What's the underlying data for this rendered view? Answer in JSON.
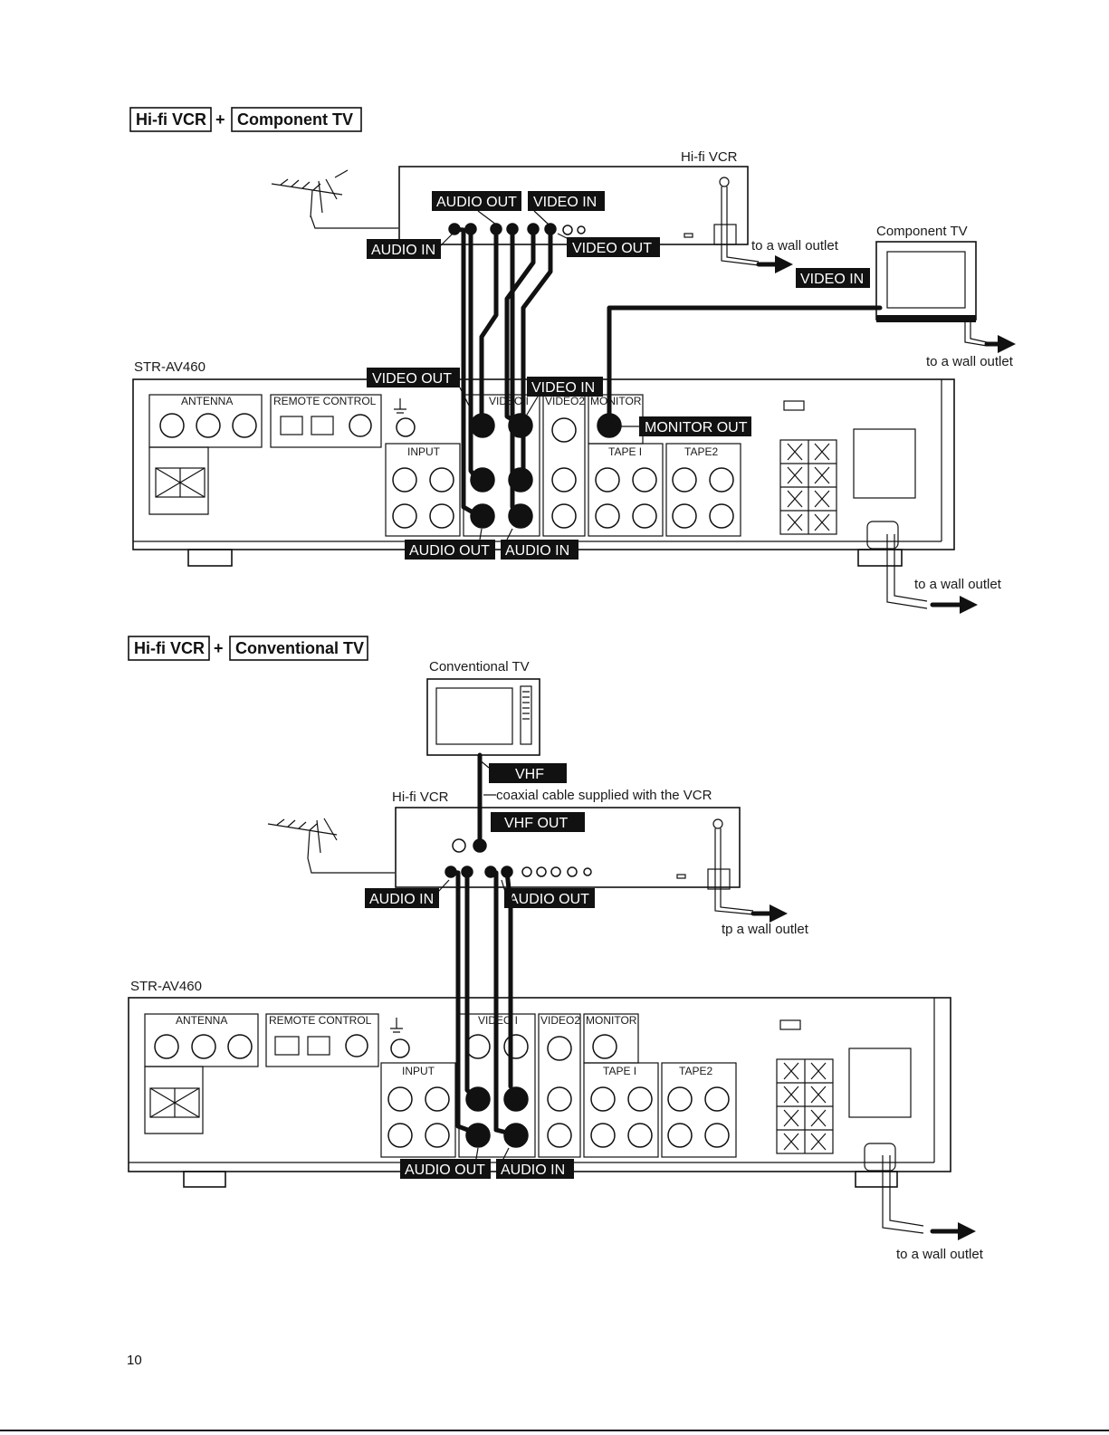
{
  "page_number": "10",
  "section1": {
    "title_vcr": "Hi-fi VCR",
    "plus": "+",
    "title_tv": "Component TV",
    "vcr_label": "Hi-fi VCR",
    "tv_label": "Component TV",
    "receiver_label": "STR-AV460",
    "tags": {
      "audio_out_vcr": "AUDIO OUT",
      "video_in_vcr": "VIDEO IN",
      "audio_in_vcr": "AUDIO IN",
      "video_out_vcr": "VIDEO OUT",
      "video_in_tv": "VIDEO IN",
      "video_out_rcv": "VIDEO OUT",
      "video_in_rcv": "VIDEO IN",
      "monitor_out": "MONITOR OUT",
      "audio_out_rcv": "AUDIO OUT",
      "audio_in_rcv": "AUDIO IN"
    },
    "outlet_vcr": "to a wall outlet",
    "outlet_tv": "to a wall outlet",
    "outlet_rcv": "to a wall outlet"
  },
  "section2": {
    "title_vcr": "Hi-fi VCR",
    "plus": "+",
    "title_tv": "Conventional TV",
    "tv_label": "Conventional TV",
    "vcr_label": "Hi-fi VCR",
    "coax_note": "coaxial cable supplied with the VCR",
    "receiver_label": "STR-AV460",
    "tags": {
      "vhf": "VHF",
      "vhf_out": "VHF OUT",
      "audio_in_vcr": "AUDIO IN",
      "audio_out_vcr": "AUDIO OUT",
      "audio_out_rcv": "AUDIO OUT",
      "audio_in_rcv": "AUDIO IN"
    },
    "outlet_vcr": "tp a wall outlet",
    "outlet_rcv": "to a wall outlet"
  },
  "receiver_panel": {
    "antenna": "ANTENNA",
    "remote_control": "REMOTE CONTROL",
    "input": "INPUT",
    "video1": "VIDEO I",
    "video2": "VIDEO2",
    "monitor": "MONITOR",
    "tape1": "TAPE I",
    "tape2": "TAPE2"
  }
}
